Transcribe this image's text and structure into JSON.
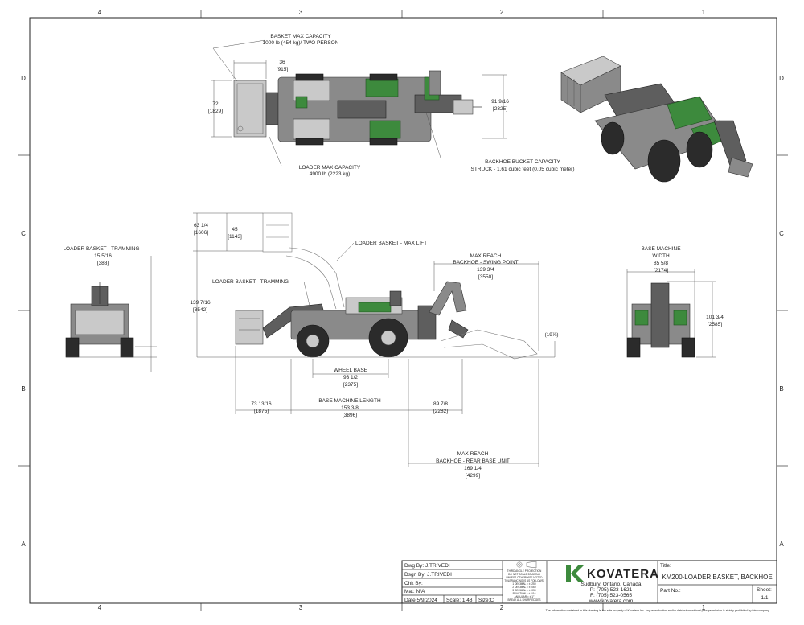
{
  "grid": {
    "cols": [
      "4",
      "3",
      "2",
      "1"
    ],
    "rows": [
      "D",
      "C",
      "B",
      "A"
    ]
  },
  "top_view": {
    "basket_capacity_line1": "BASKET MAX CAPACITY",
    "basket_capacity_line2": "1000 lb (454 kg)/ TWO PERSON",
    "dim_36": "36",
    "dim_36_mm": "[915]",
    "dim_72": "72",
    "dim_72_mm": "[1829]",
    "dim_91": "91 9/16",
    "dim_91_mm": "[2325]",
    "loader_capacity_line1": "LOADER MAX CAPACITY",
    "loader_capacity_line2": "4900 lb (2223 kg)",
    "backhoe_capacity_line1": "BACKHOE BUCKET CAPACITY",
    "backhoe_capacity_line2": "STRUCK - 1.61 cubic feet (0.05 cubic meter)"
  },
  "side_view": {
    "dim_63": "63 1/4",
    "dim_63_mm": "[1606]",
    "dim_45": "45",
    "dim_45_mm": "[1143]",
    "dim_139": "139 7/16",
    "dim_139_mm": "[3542]",
    "label_max_lift": "LOADER BASKET - MAX LIFT",
    "label_tramming": "LOADER BASKET - TRAMMING",
    "swing_line1": "MAX REACH",
    "swing_line2": "BACKHOE - SWING POINT",
    "swing_dim": "139 3/4",
    "swing_dim_mm": "[3550]",
    "dim_19": "(19⅞)",
    "wheel_base_label": "WHEEL BASE",
    "wheel_base_dim": "93 1/2",
    "wheel_base_mm": "[2375]",
    "dim_73": "73 13/16",
    "dim_73_mm": "[1875]",
    "base_length_label": "BASE MACHINE LENGTH",
    "base_length_dim": "153 3/8",
    "base_length_mm": "[3896]",
    "dim_89": "89 7/8",
    "dim_89_mm": "[2282]",
    "rear_line1": "MAX REACH",
    "rear_line2": "BACKHOE - REAR BASE UNIT",
    "rear_dim": "169 1/4",
    "rear_dim_mm": "[4299]"
  },
  "front_view": {
    "label": "LOADER BASKET - TRAMMING",
    "dim": "15 5/16",
    "dim_mm": "[388]"
  },
  "rear_view": {
    "label_line1": "BASE MACHINE",
    "label_line2": "WIDTH",
    "dim": "85 5/8",
    "dim_mm": "[2174]",
    "height_dim": "101 3/4",
    "height_mm": "[2585]"
  },
  "title_block": {
    "dwg_by": "Dwg By: J.TRIVEDI",
    "dsgn_by": "Dsgn By: J.TRIVEDI",
    "chk_by": "Chk By:",
    "mat": "Mat: N/A",
    "date": "Date:5/9/2024",
    "scale": "Scale: 1:48",
    "size": "Size:C",
    "projection_lines": [
      "THIRD ANGLE PROJECTION",
      "DO NOT SCALE DRAWING",
      "UNLESS OTHERWISE NOTED",
      "TOLERANCING IS AS FOLLOWS:",
      "1 DECIMAL = ± .250",
      "2 DECIMAL = ± .060",
      "3 DECIMAL = ± .030",
      "FRACTION = ± 1/16",
      "ANGULAR = ± 1°",
      "BREAK ALL SHARP EDGES"
    ],
    "company": "KOVATERA",
    "address": "Sudbury, Ontario, Canada",
    "phone": "P: (705) 523-1621",
    "fax": "F: (705) 523-0565",
    "website": "www.kovatera.com",
    "title_label": "Title:",
    "title": "KM200-LOADER BASKET, BACKHOE",
    "part_no": "Part No.:",
    "sheet_label": "Sheet:",
    "sheet": "1/1",
    "notice": "The information contained in this drawing is the sole property of Kovatera Inc. Any reproduction and/or distribution without prior permission is strictly prohibited by this company."
  },
  "colors": {
    "brand_green": "#3d8a3d",
    "machine_gray": "#8a8a8a",
    "frame": "#222222"
  }
}
